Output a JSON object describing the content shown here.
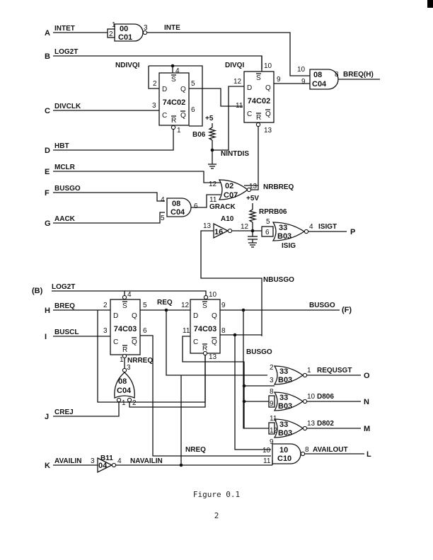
{
  "figure": {
    "caption": "Figure 0.1",
    "page_number": "2"
  },
  "ports": {
    "A": {
      "letter": "A",
      "signal": "INTET"
    },
    "B": {
      "letter": "B",
      "signal": "LOG2T"
    },
    "C": {
      "letter": "C",
      "signal": "DIVCLK"
    },
    "D": {
      "letter": "D",
      "signal": "HBT"
    },
    "E": {
      "letter": "E",
      "signal": "MCLR"
    },
    "F": {
      "letter": "F",
      "signal": "BUSGO"
    },
    "G": {
      "letter": "G",
      "signal": "AACK"
    },
    "B2": {
      "letter": "(B)",
      "signal": "LOG2T"
    },
    "H": {
      "letter": "H",
      "signal": "BREQ"
    },
    "I": {
      "letter": "I",
      "signal": "BUSCL"
    },
    "J": {
      "letter": "J",
      "signal": "CREJ"
    },
    "K": {
      "letter": "K",
      "signal": "AVAILIN"
    },
    "P": {
      "letter": "P",
      "signal": "ISIGT"
    },
    "BREQH": {
      "signal": "BREQ(H)"
    },
    "F_out": {
      "letter": "(F)",
      "signal": "BUSGO"
    },
    "O": {
      "letter": "O",
      "signal": "REQUSGT"
    },
    "N": {
      "letter": "N",
      "signal": "D806"
    },
    "M": {
      "letter": "M",
      "signal": "D802"
    },
    "L": {
      "letter": "L",
      "signal": "AVAILOUT"
    }
  },
  "nets": {
    "inte": "INTE",
    "ndivq1": "NDIVQI",
    "divq1": "DIVQI",
    "nintdis": "NINTDIS",
    "nrbreq": "NRBREQ",
    "grack": "GRACK",
    "isig": "ISIG",
    "nbusgo": "NBUSGO",
    "req": "REQ",
    "nrreq": "NRREQ",
    "busgo": "BUSGO",
    "nreq": "NREQ",
    "navailin": "NAVAILIN",
    "plus5": "+5",
    "plus5v": "+5V"
  },
  "components": {
    "gate_c01": {
      "line1": "00",
      "line2": "C01",
      "pins": [
        "1",
        "2",
        "3"
      ]
    },
    "ff_u1": {
      "type": "74C02",
      "s": "S",
      "r": "R",
      "d": "D",
      "c": "C",
      "q": "Q",
      "nq": "Q",
      "pins": [
        "2",
        "3",
        "4",
        "5",
        "6",
        "1"
      ]
    },
    "ff_u2": {
      "type": "74C02",
      "s": "S",
      "r": "R",
      "d": "D",
      "c": "C",
      "q": "Q",
      "nq": "Q",
      "pins": [
        "12",
        "11",
        "10",
        "9",
        "13"
      ]
    },
    "gate_c04_top": {
      "line1": "08",
      "line2": "C04",
      "pins": [
        "10",
        "9",
        "8"
      ]
    },
    "resistor_b06": {
      "label": "B06"
    },
    "gate_c07": {
      "line1": "02",
      "line2": "C07",
      "pins": [
        "12",
        "11",
        "13"
      ]
    },
    "gate_c04_mid": {
      "line1": "08",
      "line2": "C04",
      "pins": [
        "4",
        "5",
        "6"
      ]
    },
    "resistor_rprb06": {
      "label": "RPRB06"
    },
    "inverter_a10": {
      "label": "A10",
      "inner": "16",
      "pins": [
        "13",
        "12"
      ]
    },
    "gate_isig": {
      "line1": "33",
      "line2": "B03",
      "pins": [
        "5",
        "6",
        "4"
      ]
    },
    "ff_u3": {
      "type": "74C03",
      "s": "S",
      "r": "R",
      "d": "D",
      "c": "C",
      "q": "Q",
      "nq": "Q",
      "pins": [
        "2",
        "3",
        "4",
        "5",
        "6",
        "1"
      ]
    },
    "ff_u4": {
      "type": "74C03",
      "s": "S",
      "r": "R",
      "d": "D",
      "c": "C",
      "q": "Q",
      "nq": "Q",
      "pins": [
        "12",
        "11",
        "10",
        "9",
        "8",
        "13"
      ]
    },
    "gate_c04_low": {
      "line1": "08",
      "line2": "C04",
      "pins": [
        "3",
        "1",
        "2"
      ]
    },
    "gate_b03_1": {
      "line1": "33",
      "line2": "B03",
      "pins": [
        "2",
        "3",
        "1"
      ]
    },
    "gate_b03_2": {
      "line1": "33",
      "line2": "B03",
      "pins": [
        "8",
        "9",
        "10"
      ]
    },
    "gate_b03_3": {
      "line1": "33",
      "line2": "B03",
      "pins": [
        "11",
        "12",
        "13"
      ]
    },
    "gate_c10": {
      "line1": "10",
      "line2": "C10",
      "pins": [
        "9",
        "10",
        "11",
        "8"
      ]
    },
    "inverter_b11": {
      "label": "B11",
      "inner": "04",
      "pins": [
        "3",
        "4"
      ]
    }
  }
}
